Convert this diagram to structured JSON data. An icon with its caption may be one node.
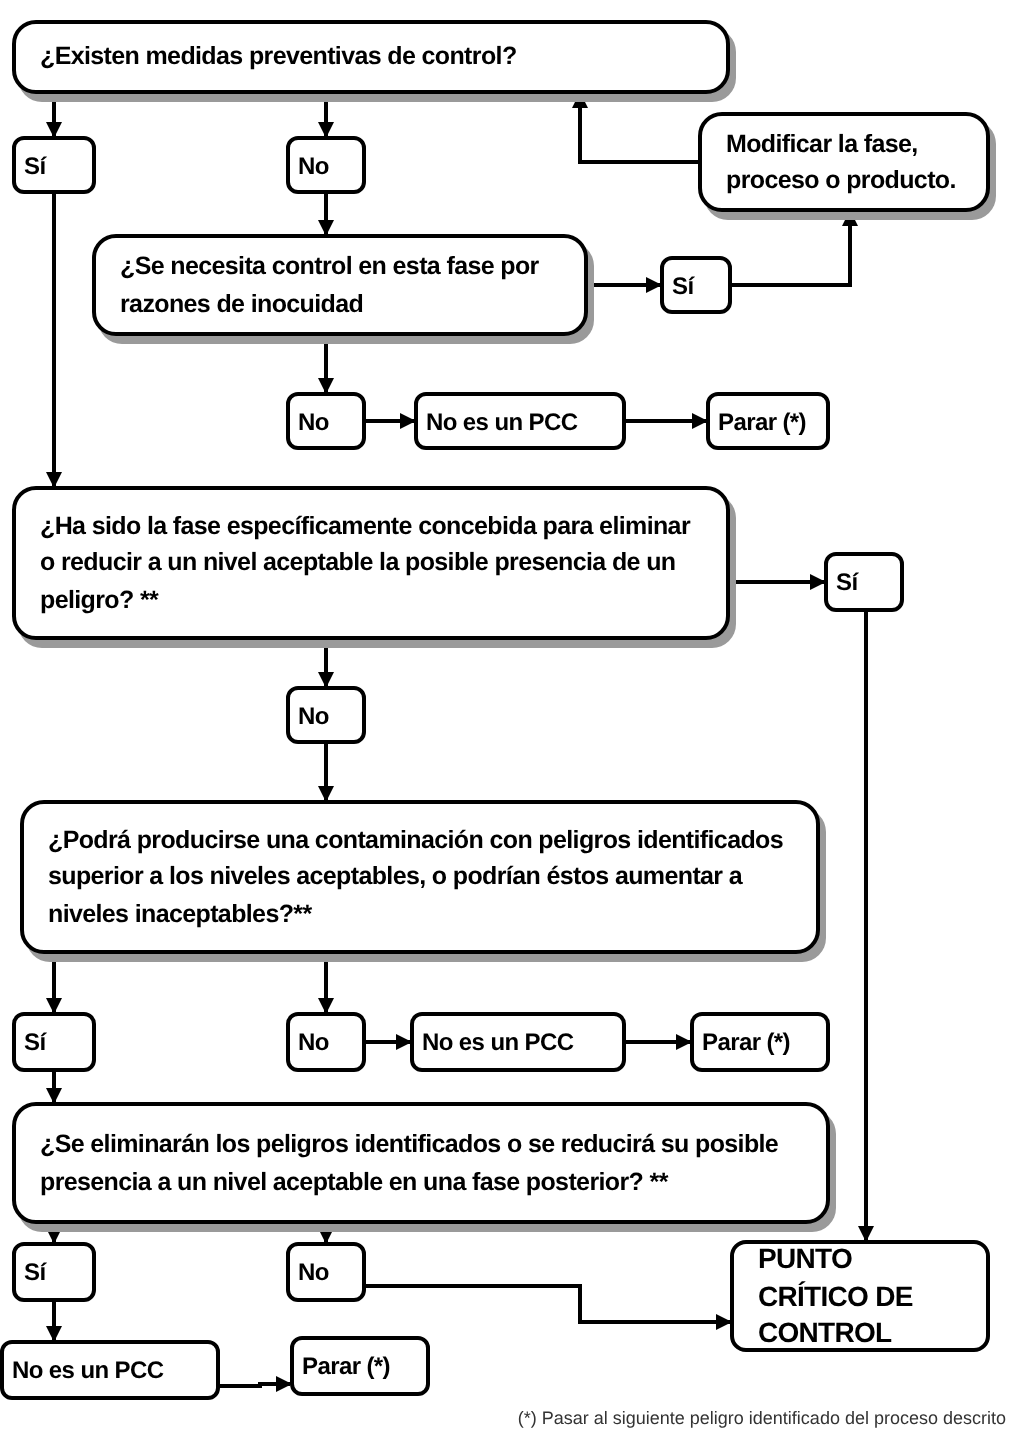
{
  "diagram": {
    "nodes": [
      {
        "text": [
          "¿Existen medidas preventivas de control?"
        ]
      },
      {
        "text": [
          "Sí"
        ]
      },
      {
        "text": [
          "No"
        ]
      },
      {
        "text": [
          "Modificar la fase, proceso o producto."
        ]
      },
      {
        "text": [
          "¿Se necesita control en esta fase por razones de inocuidad"
        ]
      },
      {
        "text": [
          "Sí"
        ]
      },
      {
        "text": [
          "No"
        ]
      },
      {
        "text": [
          "No es un PCC"
        ]
      },
      {
        "text": [
          "Parar (*)"
        ]
      },
      {
        "text": [
          "¿Ha sido la fase específicamente concebida para eliminar o reducir a un nivel aceptable la posible presencia de un peligro? **"
        ]
      },
      {
        "text": [
          "Sí"
        ]
      },
      {
        "text": [
          "No"
        ]
      },
      {
        "text": [
          "¿Podrá producirse una contaminación con peligros identificados superior a los niveles aceptables, o podrían éstos aumentar a niveles inaceptables?**"
        ]
      },
      {
        "text": [
          "Sí"
        ]
      },
      {
        "text": [
          "No"
        ]
      },
      {
        "text": [
          "No es un PCC"
        ]
      },
      {
        "text": [
          "Parar (*)"
        ]
      },
      {
        "text": [
          "¿Se eliminarán los peligros identificados o se reducirá su posible presencia a un nivel aceptable en una fase posterior? **"
        ]
      },
      {
        "text": [
          "Sí"
        ]
      },
      {
        "text": [
          "No"
        ]
      },
      {
        "text": [
          "PUNTO CRÍTICO DE CONTROL"
        ]
      },
      {
        "text": [
          "No es un PCC"
        ]
      },
      {
        "text": [
          "Parar (*)"
        ]
      }
    ],
    "edges": [
      {
        "from": 0,
        "to": 1,
        "arrow": "to"
      },
      {
        "from": 0,
        "to": 2,
        "arrow": "to"
      },
      {
        "from": 2,
        "to": 4,
        "arrow": "to"
      },
      {
        "from": 4,
        "to": 5,
        "arrow": "to"
      },
      {
        "from": 5,
        "to": 3,
        "arrow": "to"
      },
      {
        "from": 3,
        "to": 0,
        "arrow": "to"
      },
      {
        "from": 4,
        "to": 6,
        "arrow": "to"
      },
      {
        "from": 6,
        "to": 7,
        "arrow": "to"
      },
      {
        "from": 7,
        "to": 8,
        "arrow": "to"
      },
      {
        "from": 1,
        "to": 9,
        "arrow": "to"
      },
      {
        "from": 9,
        "to": 10,
        "arrow": "to"
      },
      {
        "from": 9,
        "to": 11,
        "arrow": "to"
      },
      {
        "from": 11,
        "to": 12,
        "arrow": "to"
      },
      {
        "from": 12,
        "to": 13,
        "arrow": "to"
      },
      {
        "from": 12,
        "to": 14,
        "arrow": "to"
      },
      {
        "from": 14,
        "to": 15,
        "arrow": "to"
      },
      {
        "from": 15,
        "to": 16,
        "arrow": "to"
      },
      {
        "from": 13,
        "to": 17,
        "arrow": "to"
      },
      {
        "from": 17,
        "to": 18,
        "arrow": "to"
      },
      {
        "from": 17,
        "to": 19,
        "arrow": "to"
      },
      {
        "from": 10,
        "to": 20,
        "arrow": "to"
      },
      {
        "from": 19,
        "to": 20,
        "arrow": "to"
      },
      {
        "from": 18,
        "to": 21,
        "arrow": "to"
      },
      {
        "from": 21,
        "to": 22,
        "arrow": "to"
      }
    ],
    "labels": [
      "(*) Pasar al siguiente peligro identificado del proceso descrito"
    ]
  }
}
